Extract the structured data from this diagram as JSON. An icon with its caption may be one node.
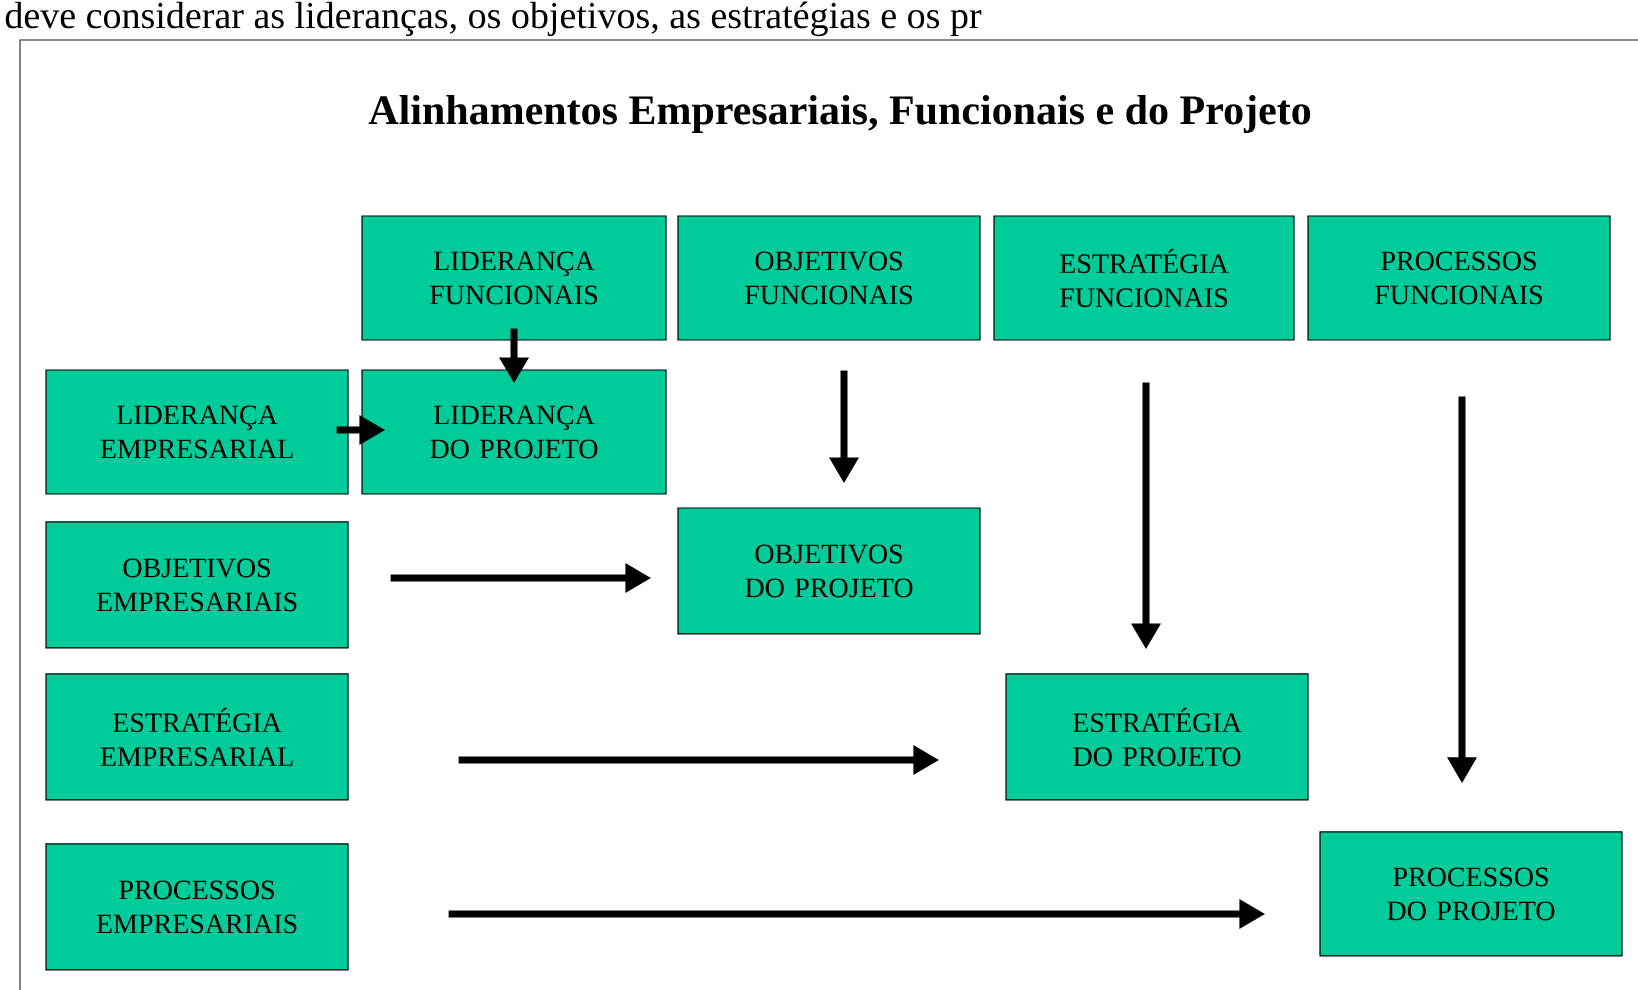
{
  "diagram": {
    "title": "Alinhamentos Empresariais, Funcionais e do Projeto",
    "nodes": [
      {
        "text": [
          "LIDERANÇA FUNCIONAIS"
        ]
      },
      {
        "text": [
          "OBJETIVOS FUNCIONAIS"
        ]
      },
      {
        "text": [
          "ESTRATÉGIA FUNCIONAIS"
        ]
      },
      {
        "text": [
          "PROCESSOS FUNCIONAIS"
        ]
      },
      {
        "text": [
          "LIDERANÇA EMPRESARIAL"
        ]
      },
      {
        "text": [
          "LIDERANÇA DO PROJETO"
        ]
      },
      {
        "text": [
          "OBJETIVOS EMPRESARIAIS"
        ]
      },
      {
        "text": [
          "OBJETIVOS DO PROJETO"
        ]
      },
      {
        "text": [
          "ESTRATÉGIA EMPRESARIAL"
        ]
      },
      {
        "text": [
          "ESTRATÉGIA DO PROJETO"
        ]
      },
      {
        "text": [
          "PROCESSOS EMPRESARIAIS"
        ]
      },
      {
        "text": [
          "PROCESSOS DO PROJETO"
        ]
      }
    ],
    "edges": [
      {
        "from": 0,
        "to": 5,
        "arrow": "to"
      },
      {
        "from": 4,
        "to": 5,
        "arrow": "to"
      },
      {
        "from": 1,
        "to": 7,
        "arrow": "to"
      },
      {
        "from": 2,
        "to": 9,
        "arrow": "to"
      },
      {
        "from": 3,
        "to": 11,
        "arrow": "to"
      },
      {
        "from": 6,
        "to": 7,
        "arrow": "to"
      },
      {
        "from": 8,
        "to": 9,
        "arrow": "to"
      },
      {
        "from": 10,
        "to": 11,
        "arrow": "to"
      }
    ],
    "labels": [
      "deve considerar as lideranças, os objetivos, as estratégias e os pr"
    ]
  }
}
